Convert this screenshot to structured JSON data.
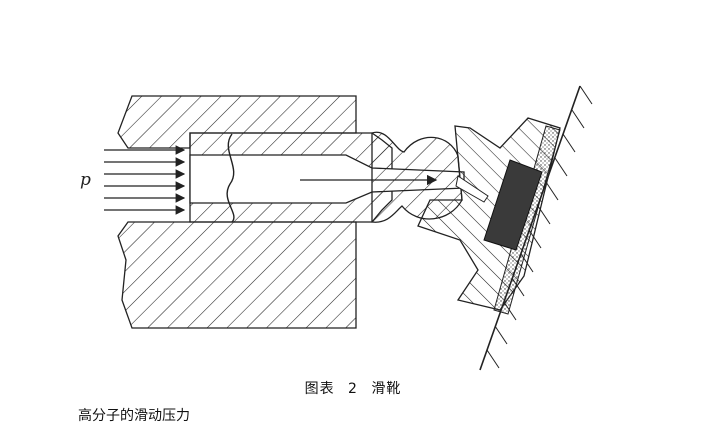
{
  "figure": {
    "pressure_label": "p",
    "caption": {
      "prefix": "图表",
      "number": "2",
      "title": "滑靴"
    },
    "cut_off_text": "高分子的滑动压力"
  },
  "colors": {
    "ink": "#222222",
    "pad_fill": "#3a3a3a",
    "background": "#ffffff"
  }
}
